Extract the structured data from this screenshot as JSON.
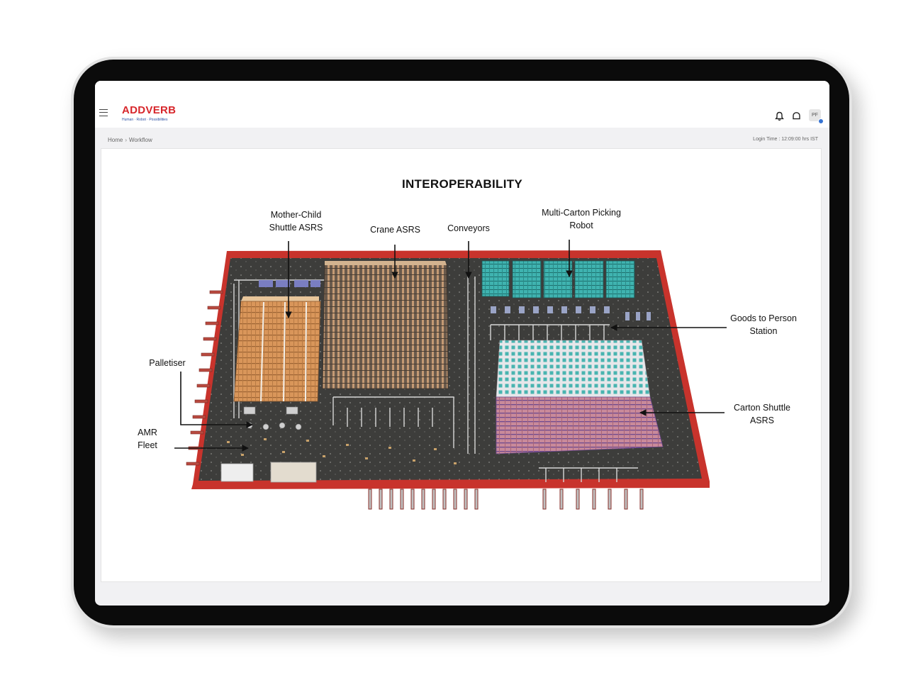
{
  "header": {
    "brand": "ADDVERB",
    "tagline": "Human · Robot · Possibilities",
    "avatar_initials": "PF",
    "icons": [
      "menu-icon",
      "bell-icon",
      "notification-icon"
    ]
  },
  "breadcrumb": {
    "home": "Home",
    "separator": "›",
    "current": "Workflow"
  },
  "login_time": "Login Time : 12:09:00 hrs IST",
  "diagram": {
    "title": "INTEROPERABILITY",
    "labels": {
      "mother_child_1": "Mother-Child",
      "mother_child_2": "Shuttle ASRS",
      "crane_asrs": "Crane ASRS",
      "conveyors": "Conveyors",
      "multi_carton_1": "Multi-Carton Picking",
      "multi_carton_2": "Robot",
      "goods_to_person_1": "Goods to Person",
      "goods_to_person_2": "Station",
      "palletiser": "Palletiser",
      "amr_1": "AMR",
      "amr_2": "Fleet",
      "carton_shuttle_1": "Carton Shuttle",
      "carton_shuttle_2": "ASRS"
    }
  },
  "colors": {
    "brand_red": "#d7262b",
    "floor_border": "#c8332c",
    "floor": "#3d3d3b",
    "teal_rack": "#3fb3b0",
    "orange_rack": "#d9965a",
    "pink_rack": "#c98a9a",
    "status_dot": "#3673d3"
  }
}
